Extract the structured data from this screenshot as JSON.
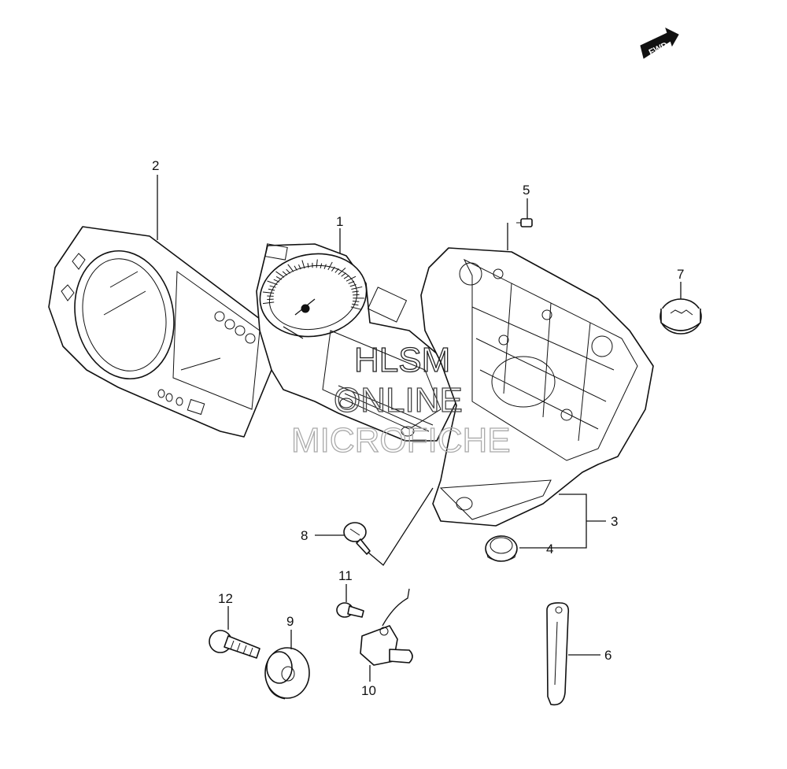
{
  "fwd_label": "FWD",
  "callouts": [
    {
      "id": "1",
      "label": "1"
    },
    {
      "id": "2",
      "label": "2"
    },
    {
      "id": "3",
      "label": "3"
    },
    {
      "id": "4",
      "label": "4"
    },
    {
      "id": "5",
      "label": "5"
    },
    {
      "id": "6",
      "label": "6"
    },
    {
      "id": "7",
      "label": "7"
    },
    {
      "id": "8",
      "label": "8"
    },
    {
      "id": "9",
      "label": "9"
    },
    {
      "id": "10",
      "label": "10"
    },
    {
      "id": "11",
      "label": "11"
    },
    {
      "id": "12",
      "label": "12"
    }
  ],
  "watermark": {
    "line1": "HLSM",
    "line2": "ONLINE",
    "line3": "MICROFICHE"
  }
}
